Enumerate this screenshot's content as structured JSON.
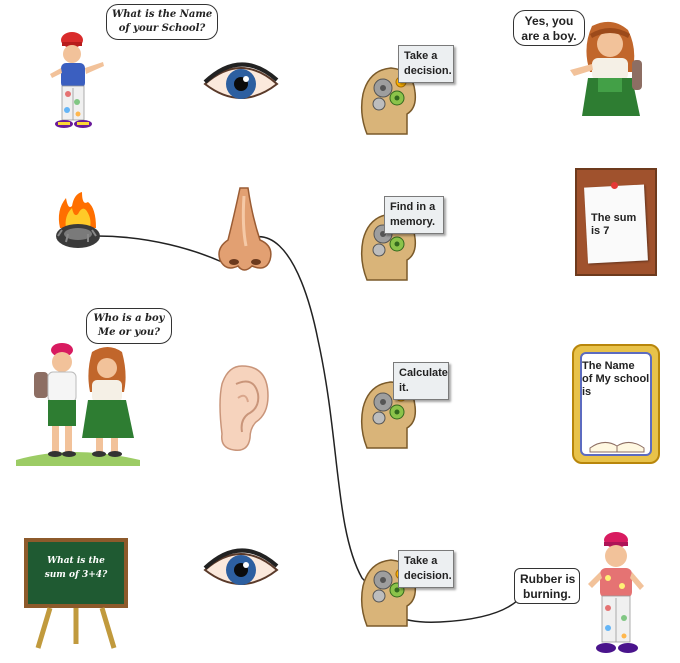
{
  "rows": [
    {
      "stimulus": {
        "icon": "boy-asking-icon",
        "speech": [
          "What is the Name",
          "of your School?"
        ]
      },
      "sense": {
        "icon": "eye-icon"
      },
      "brain": {
        "icon": "brain-gears-icon",
        "note": [
          "Take a",
          "decision."
        ]
      },
      "response": {
        "icon": "girl-answering-icon",
        "speech": [
          "Yes, you",
          "are a boy."
        ]
      }
    },
    {
      "stimulus": {
        "icon": "burning-tyre-icon"
      },
      "sense": {
        "icon": "nose-icon"
      },
      "brain": {
        "icon": "brain-gears-icon",
        "note": [
          "Find in a",
          "memory."
        ]
      },
      "response": {
        "icon": "notice-board-icon",
        "card": [
          "The sum",
          "is 7"
        ]
      }
    },
    {
      "stimulus": {
        "icon": "boy-and-girl-icon",
        "speech": [
          "Who is a boy",
          "Me or you?"
        ]
      },
      "sense": {
        "icon": "ear-icon"
      },
      "brain": {
        "icon": "brain-gears-icon",
        "note": [
          "Calculate",
          "it."
        ]
      },
      "response": {
        "icon": "picture-frame-icon",
        "card": [
          "The Name",
          "of My school",
          "is"
        ]
      }
    },
    {
      "stimulus": {
        "icon": "chalkboard-icon",
        "board": [
          "What is the",
          "sum of 3+4?"
        ]
      },
      "sense": {
        "icon": "eye-icon"
      },
      "brain": {
        "icon": "brain-gears-icon",
        "note": [
          "Take a",
          "decision."
        ]
      },
      "response": {
        "icon": "boy-speaking-icon",
        "speech": [
          "Rubber is",
          "burning."
        ]
      }
    }
  ],
  "colors": {
    "skin": "#f2c29a",
    "iris": "#2d5fa0",
    "brain": "#d9b479",
    "board": "#1f5a32",
    "cork": "#a0522d",
    "frame": "#e8c24a",
    "line": "#222222"
  }
}
